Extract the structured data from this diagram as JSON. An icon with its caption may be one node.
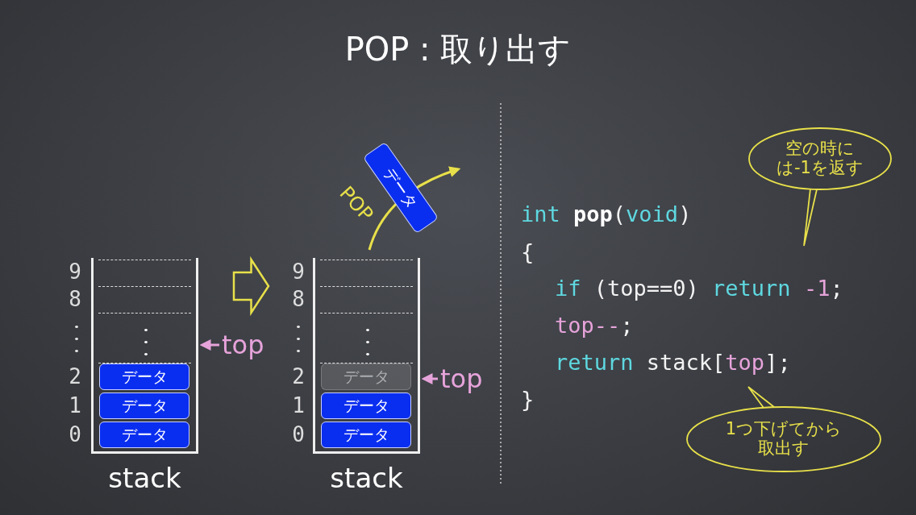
{
  "diagram": {
    "title": "POP : 取り出す",
    "nodes": [
      {
        "text": [
          "stack"
        ]
      },
      {
        "text": [
          "データ"
        ],
        "in": 0
      },
      {
        "text": [
          "データ"
        ],
        "in": 0
      },
      {
        "text": [
          "データ"
        ],
        "in": 0
      },
      {
        "text": [
          "top"
        ]
      },
      {
        "text": [
          "stack"
        ]
      },
      {
        "text": [
          "データ"
        ],
        "in": 5
      },
      {
        "text": [
          "データ"
        ],
        "in": 5
      },
      {
        "text": [
          "データ"
        ],
        "in": 5
      },
      {
        "text": [
          "top"
        ]
      },
      {
        "text": [
          "データ"
        ]
      },
      {
        "text": [
          "空の時には-1を返す"
        ]
      },
      {
        "text": [
          "1つ下げてから取出す"
        ]
      }
    ],
    "edges": [
      {
        "from": 4,
        "to": 0,
        "arrow": "to",
        "color": "#e6a3da"
      },
      {
        "from": 9,
        "to": 5,
        "arrow": "to",
        "color": "#e6a3da"
      },
      {
        "from": 0,
        "to": 5,
        "arrow": "to",
        "color": "#e8e04a"
      },
      {
        "from": 5,
        "to": 10,
        "arrow": "to",
        "label": "POP",
        "color": "#e8e04a"
      }
    ],
    "labels": [
      "9",
      "8",
      "2",
      "1",
      "0",
      "9",
      "8",
      "2",
      "1",
      "0",
      "int pop(void)",
      "{",
      "if (top==0) return -1;",
      "top--;",
      "return stack[top];",
      "}"
    ]
  }
}
